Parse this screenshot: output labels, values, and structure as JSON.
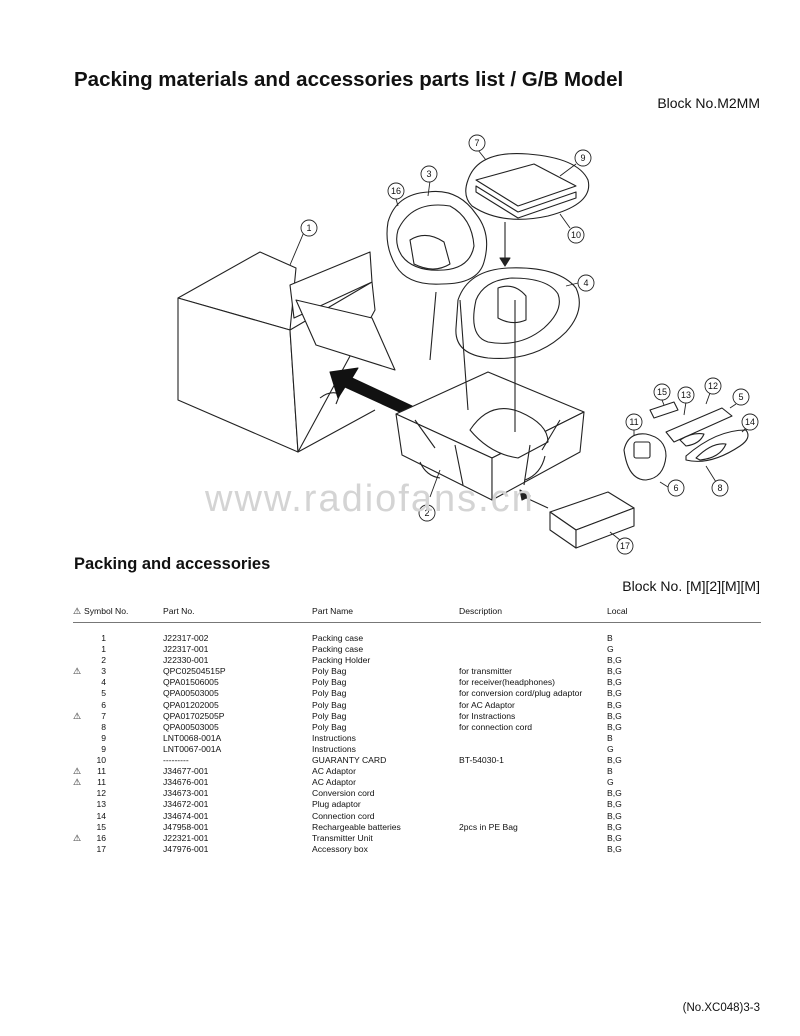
{
  "title": "Packing materials and accessories parts list / G/B Model",
  "block_top": "Block No.M2MM",
  "watermark": "www.radiofans.cn",
  "diagram_labels": [
    "1",
    "2",
    "3",
    "4",
    "5",
    "6",
    "7",
    "8",
    "9",
    "10",
    "11",
    "12",
    "13",
    "14",
    "15",
    "16",
    "17"
  ],
  "section_title": "Packing and accessories",
  "block_section": "Block No. [M][2][M][M]",
  "columns": {
    "symbol": "Symbol No.",
    "part": "Part No.",
    "name": "Part Name",
    "desc": "Description",
    "local": "Local"
  },
  "rows": [
    {
      "warn": false,
      "sym": "1",
      "part": "J22317-002",
      "name": "Packing case",
      "desc": "",
      "local": "B"
    },
    {
      "warn": false,
      "sym": "1",
      "part": "J22317-001",
      "name": "Packing case",
      "desc": "",
      "local": "G"
    },
    {
      "warn": false,
      "sym": "2",
      "part": "J22330-001",
      "name": "Packing Holder",
      "desc": "",
      "local": "B,G"
    },
    {
      "warn": true,
      "sym": "3",
      "part": "QPC02504515P",
      "name": "Poly Bag",
      "desc": "for transmitter",
      "local": "B,G"
    },
    {
      "warn": false,
      "sym": "4",
      "part": "QPA01506005",
      "name": "Poly Bag",
      "desc": "for receiver(headphones)",
      "local": "B,G"
    },
    {
      "warn": false,
      "sym": "5",
      "part": "QPA00503005",
      "name": "Poly Bag",
      "desc": "for conversion cord/plug adaptor",
      "local": "B,G"
    },
    {
      "warn": false,
      "sym": "6",
      "part": "QPA01202005",
      "name": "Poly Bag",
      "desc": "for AC Adaptor",
      "local": "B,G"
    },
    {
      "warn": true,
      "sym": "7",
      "part": "QPA01702505P",
      "name": "Poly Bag",
      "desc": "for Instractions",
      "local": "B,G"
    },
    {
      "warn": false,
      "sym": "8",
      "part": "QPA00503005",
      "name": "Poly Bag",
      "desc": "for connection cord",
      "local": "B,G"
    },
    {
      "warn": false,
      "sym": "9",
      "part": "LNT0068-001A",
      "name": "Instructions",
      "desc": "",
      "local": "B"
    },
    {
      "warn": false,
      "sym": "9",
      "part": "LNT0067-001A",
      "name": "Instructions",
      "desc": "",
      "local": "G"
    },
    {
      "warn": false,
      "sym": "10",
      "part": "---------",
      "name": "GUARANTY CARD",
      "desc": "BT-54030-1",
      "local": "B,G"
    },
    {
      "warn": true,
      "sym": "11",
      "part": "J34677-001",
      "name": "AC Adaptor",
      "desc": "",
      "local": "B"
    },
    {
      "warn": true,
      "sym": "11",
      "part": "J34676-001",
      "name": "AC Adaptor",
      "desc": "",
      "local": "G"
    },
    {
      "warn": false,
      "sym": "12",
      "part": "J34673-001",
      "name": "Conversion cord",
      "desc": "",
      "local": "B,G"
    },
    {
      "warn": false,
      "sym": "13",
      "part": "J34672-001",
      "name": "Plug adaptor",
      "desc": "",
      "local": "B,G"
    },
    {
      "warn": false,
      "sym": "14",
      "part": "J34674-001",
      "name": "Connection cord",
      "desc": "",
      "local": "B,G"
    },
    {
      "warn": false,
      "sym": "15",
      "part": "J47958-001",
      "name": "Rechargeable batteries",
      "desc": "2pcs in PE Bag",
      "local": "B,G"
    },
    {
      "warn": true,
      "sym": "16",
      "part": "J22321-001",
      "name": "Transmitter Unit",
      "desc": "",
      "local": "B,G"
    },
    {
      "warn": false,
      "sym": "17",
      "part": "J47976-001",
      "name": "Accessory box",
      "desc": "",
      "local": "B,G"
    }
  ],
  "footer": "(No.XC048)3-3"
}
